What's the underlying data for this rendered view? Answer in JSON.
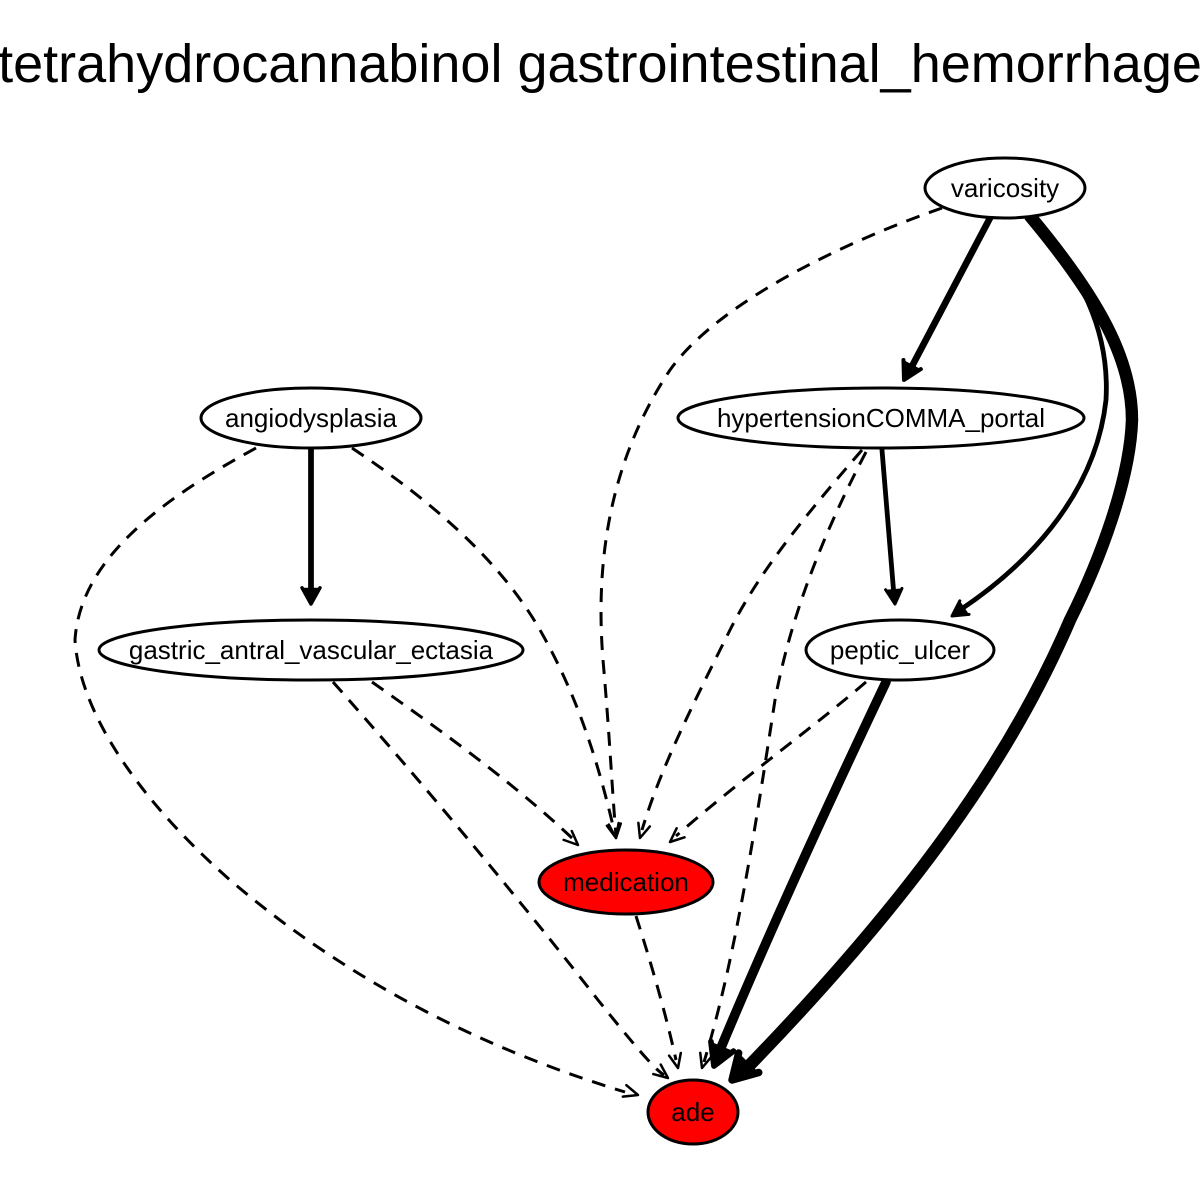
{
  "title": "tetrahydrocannabinol gastrointestinal_hemorrhage",
  "colors": {
    "outcome_fill": "#ff0000",
    "default_fill": "#ffffff",
    "stroke": "#000000"
  },
  "nodes": [
    {
      "id": "varicosity",
      "label": "varicosity",
      "highlighted": false
    },
    {
      "id": "angiodysplasia",
      "label": "angiodysplasia",
      "highlighted": false
    },
    {
      "id": "hypertension_portal",
      "label": "hypertensionCOMMA_portal",
      "highlighted": false
    },
    {
      "id": "gave",
      "label": "gastric_antral_vascular_ectasia",
      "highlighted": false
    },
    {
      "id": "peptic_ulcer",
      "label": "peptic_ulcer",
      "highlighted": false
    },
    {
      "id": "medication",
      "label": "medication",
      "highlighted": true
    },
    {
      "id": "ade",
      "label": "ade",
      "highlighted": true
    }
  ],
  "edges": [
    {
      "from": "varicosity",
      "to": "medication",
      "style": "dashed",
      "weight": 1
    },
    {
      "from": "varicosity",
      "to": "hypertension_portal",
      "style": "solid",
      "weight": 3
    },
    {
      "from": "varicosity",
      "to": "peptic_ulcer",
      "style": "solid",
      "weight": 2
    },
    {
      "from": "varicosity",
      "to": "ade",
      "style": "solid",
      "weight": 6
    },
    {
      "from": "angiodysplasia",
      "to": "gave",
      "style": "solid",
      "weight": 2.5
    },
    {
      "from": "angiodysplasia",
      "to": "medication",
      "style": "dashed",
      "weight": 1
    },
    {
      "from": "angiodysplasia",
      "to": "ade",
      "style": "dashed",
      "weight": 1
    },
    {
      "from": "hypertension_portal",
      "to": "peptic_ulcer",
      "style": "solid",
      "weight": 2
    },
    {
      "from": "hypertension_portal",
      "to": "medication",
      "style": "dashed",
      "weight": 1
    },
    {
      "from": "hypertension_portal",
      "to": "ade",
      "style": "dashed",
      "weight": 1
    },
    {
      "from": "gave",
      "to": "medication",
      "style": "dashed",
      "weight": 1
    },
    {
      "from": "gave",
      "to": "ade",
      "style": "dashed",
      "weight": 1
    },
    {
      "from": "peptic_ulcer",
      "to": "medication",
      "style": "dashed",
      "weight": 1
    },
    {
      "from": "peptic_ulcer",
      "to": "ade",
      "style": "solid",
      "weight": 4.5
    },
    {
      "from": "medication",
      "to": "ade",
      "style": "dashed",
      "weight": 1
    }
  ]
}
